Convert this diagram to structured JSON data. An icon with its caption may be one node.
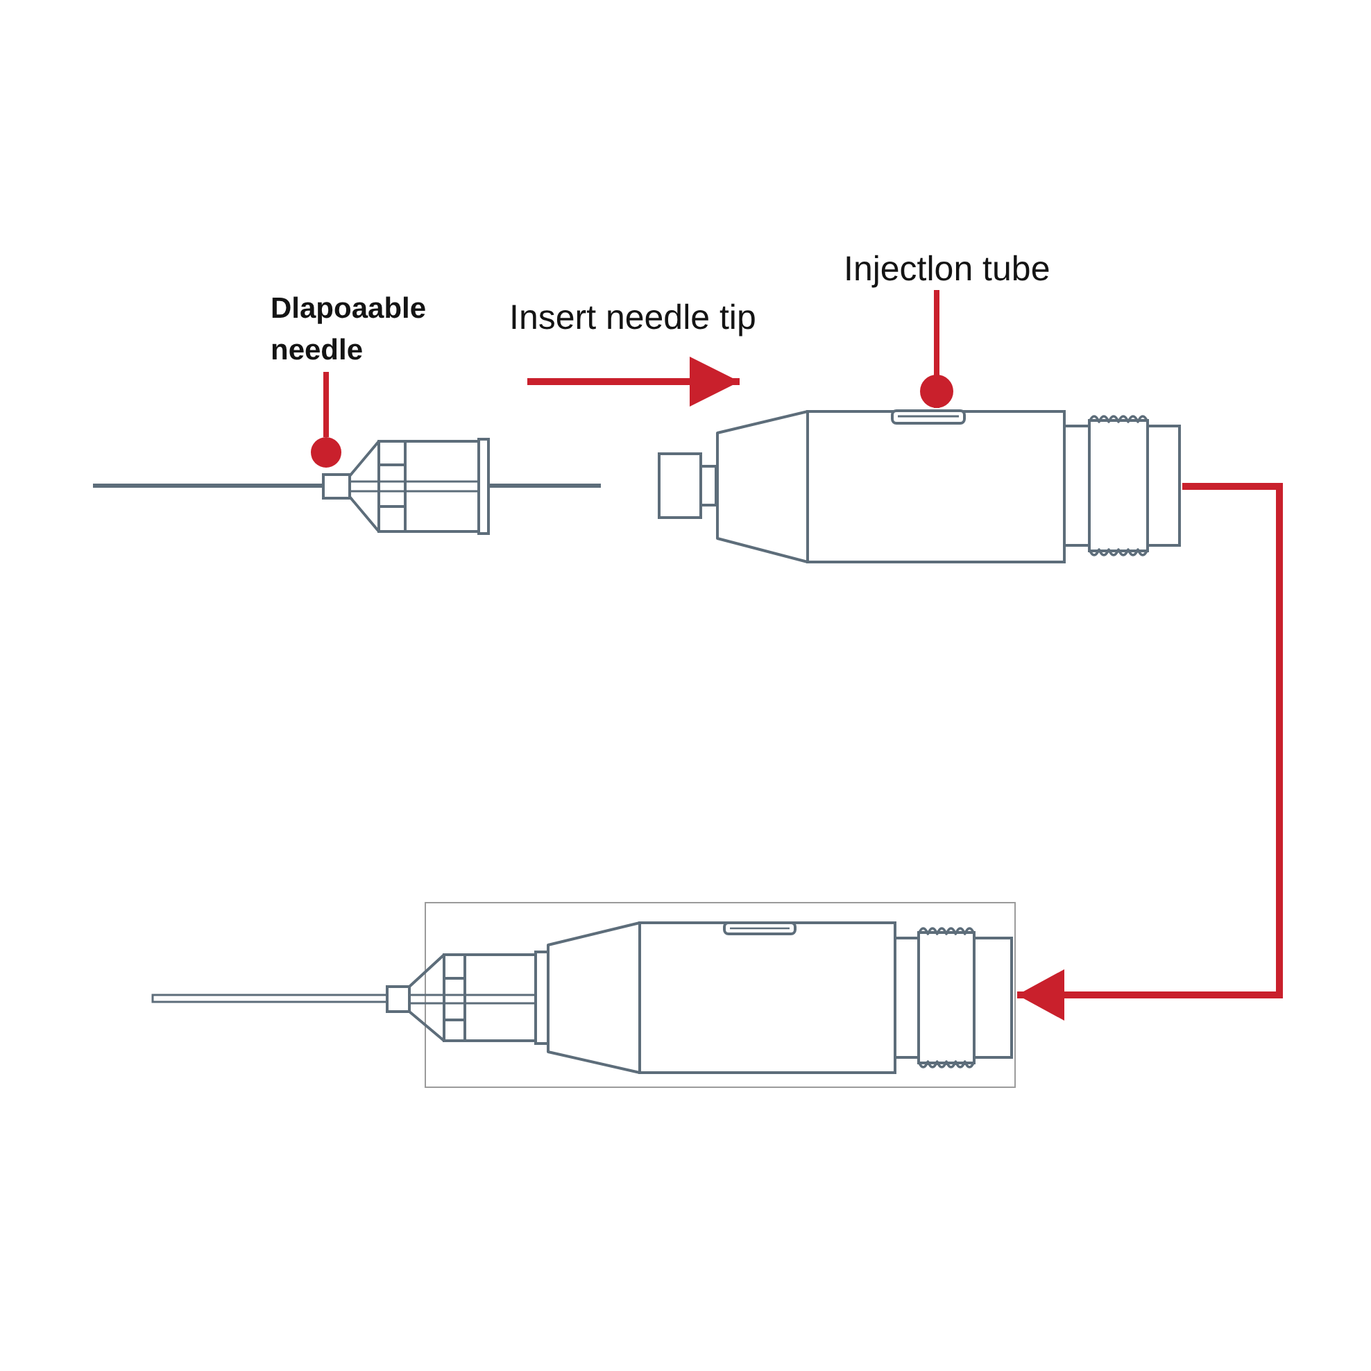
{
  "diagram": {
    "nodes": [
      {
        "text": [
          "Dlapoaable needle"
        ]
      },
      {
        "text": [
          "Injectlon tube"
        ]
      },
      {
        "text": [],
        "shape": "picture"
      },
      {
        "text": [],
        "shape": "picture"
      },
      {
        "text": [],
        "shape": "picture"
      }
    ],
    "edges": [
      {
        "from": 0,
        "to": 2,
        "arrow": "other"
      },
      {
        "from": 2,
        "to": 3,
        "arrow": "to",
        "label": "Insert needle tip"
      },
      {
        "from": 1,
        "to": 3,
        "arrow": "other"
      },
      {
        "from": 3,
        "to": 4,
        "arrow": "to"
      }
    ]
  }
}
